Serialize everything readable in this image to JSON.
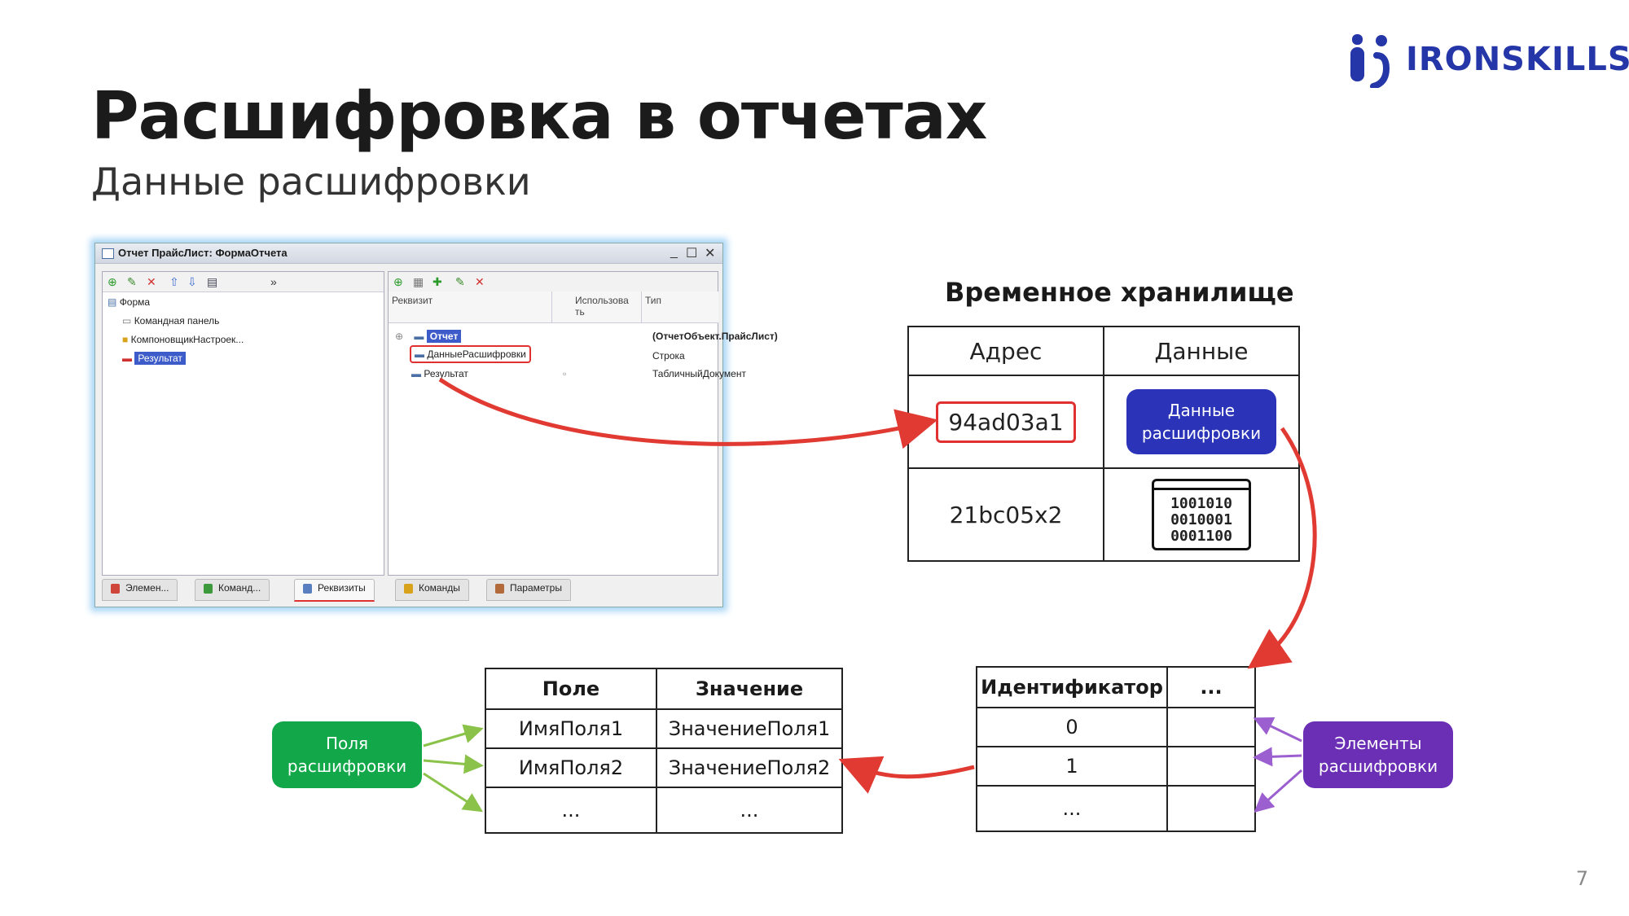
{
  "slide": {
    "title": "Расшифровка в отчетах",
    "subtitle": "Данные расшифровки",
    "brand": "IRONSKILLS",
    "page_number": "7"
  },
  "window": {
    "title": "Отчет ПрайсЛист: ФормаОтчета",
    "left_tree": [
      "Форма",
      "Командная панель",
      "КомпоновщикНастроек...",
      "Результат"
    ],
    "right_headers": [
      "Реквизит",
      "Использова ть",
      "Тип"
    ],
    "rows": [
      {
        "name": "Отчет",
        "type": "(ОтчетОбъект.ПрайсЛист)"
      },
      {
        "name": "ДанныеРасшифровки",
        "type": "Строка"
      },
      {
        "name": "Результат",
        "type": "ТабличныйДокумент"
      }
    ],
    "tabs": [
      "Элемен...",
      "Команд...",
      "Реквизиты",
      "Команды",
      "Параметры"
    ],
    "colors": {
      "selection": "#3d5cc9",
      "highlight": "#e03030"
    }
  },
  "storage": {
    "title": "Временное хранилище",
    "headers": [
      "Адрес",
      "Данные"
    ],
    "rows": [
      {
        "address": "94ad03a1",
        "data": "Данные расшифровки"
      },
      {
        "address": "21bc05x2",
        "data": "1001010\n0010001\n0001100"
      }
    ]
  },
  "ids_table": {
    "headers": [
      "Идентификатор",
      "..."
    ],
    "rows": [
      "0",
      "1",
      "..."
    ]
  },
  "fields_table": {
    "headers": [
      "Поле",
      "Значение"
    ],
    "rows": [
      [
        "ИмяПоля1",
        "ЗначениеПоля1"
      ],
      [
        "ИмяПоля2",
        "ЗначениеПоля2"
      ],
      [
        "...",
        "..."
      ]
    ]
  },
  "labels": {
    "fields": "Поля расшифровки",
    "elements": "Элементы расшифровки"
  },
  "colors": {
    "blue_pill": "#2b34b8",
    "green_pill": "#12a84a",
    "purple_pill": "#6b2fb5",
    "red_arrow": "#e03a32"
  }
}
